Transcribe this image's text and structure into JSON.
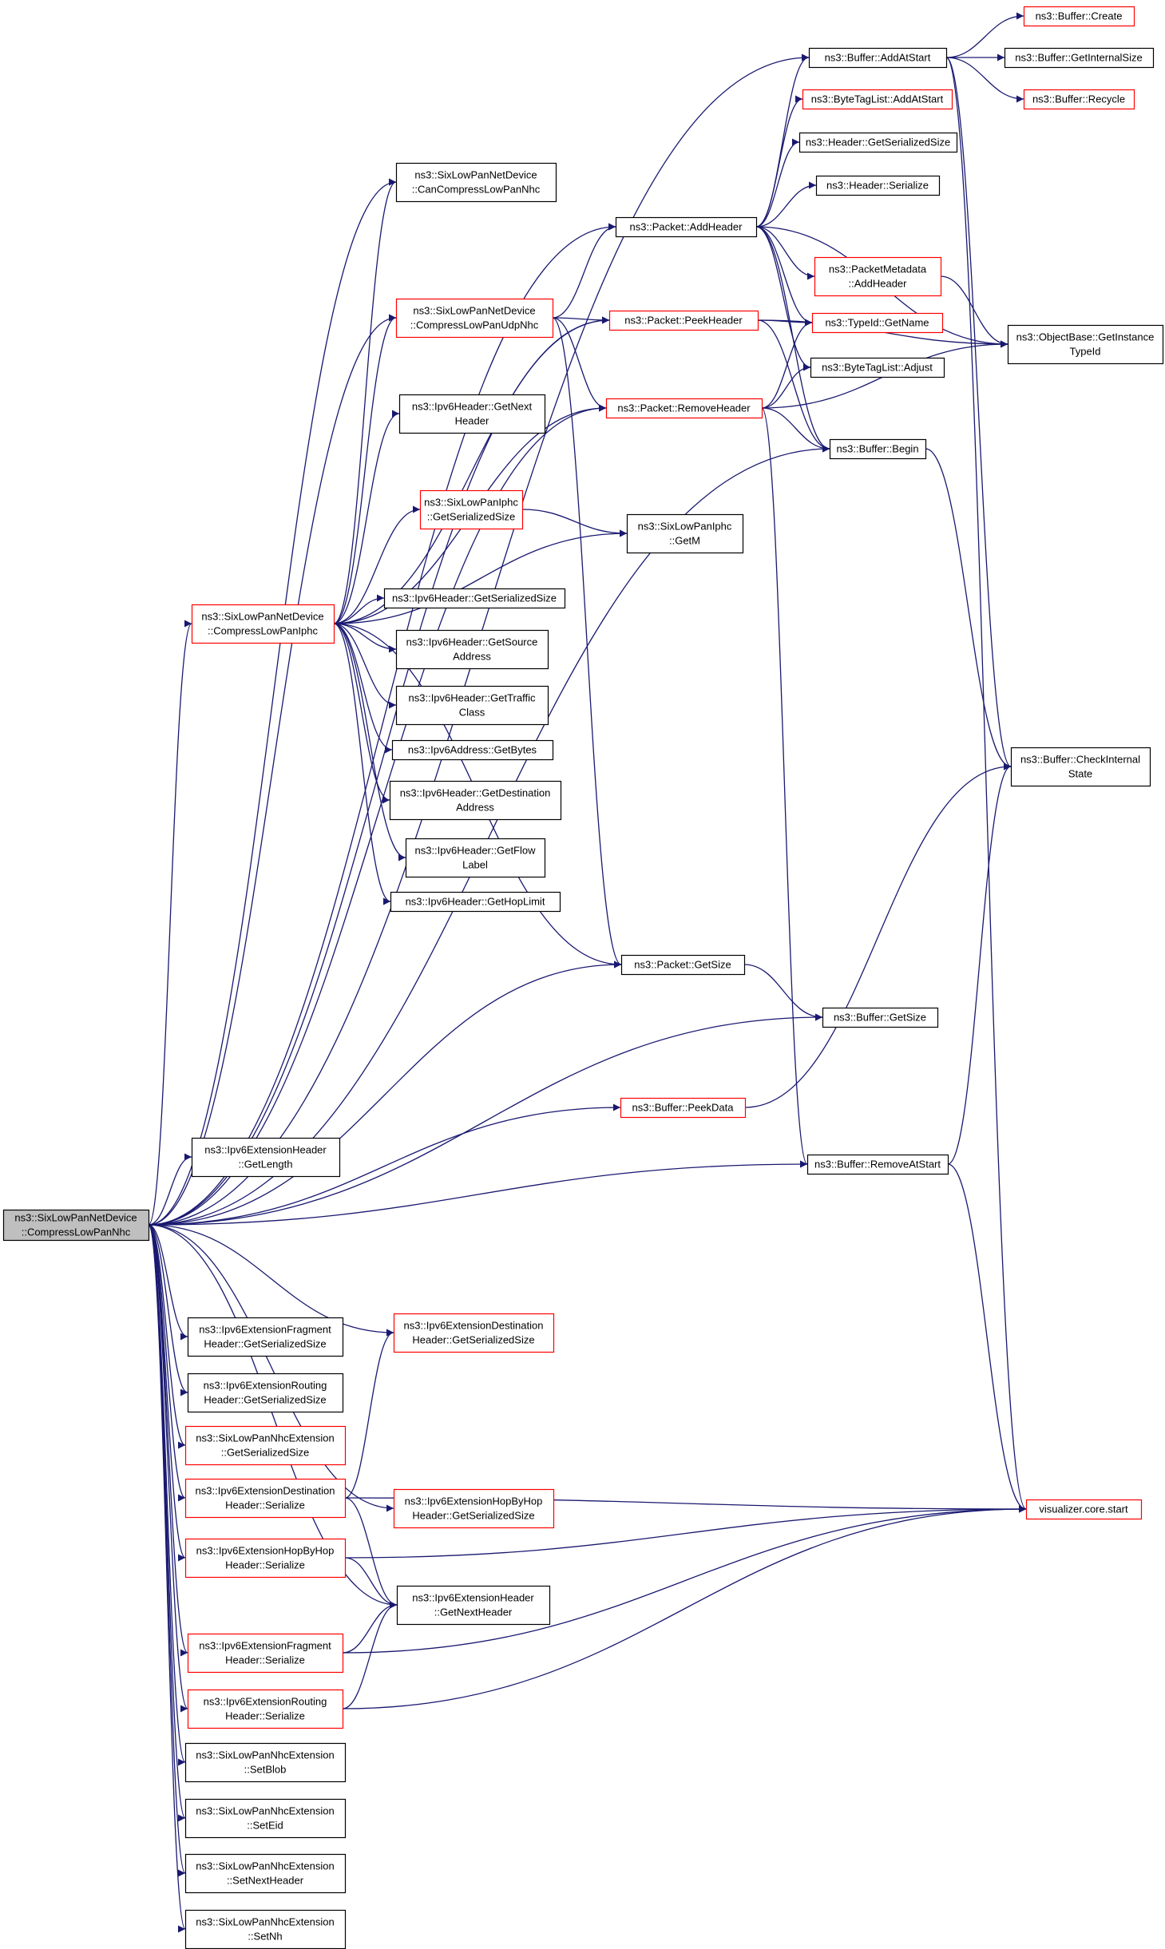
{
  "colors": {
    "edge": "#191970",
    "node_border_black": "#000000",
    "node_border_red": "#ff0000",
    "root_fill": "#bfbfbf",
    "node_fill": "#ffffff",
    "text": "#000000"
  },
  "nodes": [
    {
      "id": "root",
      "lines": [
        "ns3::SixLowPanNetDevice",
        "::CompressLowPanNhc"
      ],
      "style": "root"
    },
    {
      "id": "addAtStart",
      "lines": [
        "ns3::Buffer::AddAtStart"
      ],
      "style": "black"
    },
    {
      "id": "create",
      "lines": [
        "ns3::Buffer::Create"
      ],
      "style": "red"
    },
    {
      "id": "getInternalSize",
      "lines": [
        "ns3::Buffer::GetInternalSize"
      ],
      "style": "black"
    },
    {
      "id": "recycle",
      "lines": [
        "ns3::Buffer::Recycle"
      ],
      "style": "red"
    },
    {
      "id": "btlAddAtStart",
      "lines": [
        "ns3::ByteTagList::AddAtStart"
      ],
      "style": "red"
    },
    {
      "id": "hdrGetSerSize",
      "lines": [
        "ns3::Header::GetSerializedSize"
      ],
      "style": "black"
    },
    {
      "id": "hdrSerialize",
      "lines": [
        "ns3::Header::Serialize"
      ],
      "style": "black"
    },
    {
      "id": "canCompress",
      "lines": [
        "ns3::SixLowPanNetDevice",
        "::CanCompressLowPanNhc"
      ],
      "style": "black"
    },
    {
      "id": "addHeader",
      "lines": [
        "ns3::Packet::AddHeader"
      ],
      "style": "black"
    },
    {
      "id": "pmAddHeader",
      "lines": [
        "ns3::PacketMetadata",
        "::AddHeader"
      ],
      "style": "red"
    },
    {
      "id": "compressUdp",
      "lines": [
        "ns3::SixLowPanNetDevice",
        "::CompressLowPanUdpNhc"
      ],
      "style": "red"
    },
    {
      "id": "peekHeader",
      "lines": [
        "ns3::Packet::PeekHeader"
      ],
      "style": "red"
    },
    {
      "id": "getName",
      "lines": [
        "ns3::TypeId::GetName"
      ],
      "style": "red"
    },
    {
      "id": "getInstanceTypeId",
      "lines": [
        "ns3::ObjectBase::GetInstance",
        "TypeId"
      ],
      "style": "black"
    },
    {
      "id": "btlAdjust",
      "lines": [
        "ns3::ByteTagList::Adjust"
      ],
      "style": "black"
    },
    {
      "id": "removeHeader",
      "lines": [
        "ns3::Packet::RemoveHeader"
      ],
      "style": "red"
    },
    {
      "id": "ipv6GetNextHeader",
      "lines": [
        "ns3::Ipv6Header::GetNext",
        "Header"
      ],
      "style": "black"
    },
    {
      "id": "bufBegin",
      "lines": [
        "ns3::Buffer::Begin"
      ],
      "style": "black"
    },
    {
      "id": "iphcGetSerSize",
      "lines": [
        "ns3::SixLowPanIphc",
        "::GetSerializedSize"
      ],
      "style": "red"
    },
    {
      "id": "iphcGetM",
      "lines": [
        "ns3::SixLowPanIphc",
        "::GetM"
      ],
      "style": "black"
    },
    {
      "id": "compressIphc",
      "lines": [
        "ns3::SixLowPanNetDevice",
        "::CompressLowPanIphc"
      ],
      "style": "red"
    },
    {
      "id": "ipv6GetSerSize",
      "lines": [
        "ns3::Ipv6Header::GetSerializedSize"
      ],
      "style": "black"
    },
    {
      "id": "ipv6GetSrc",
      "lines": [
        "ns3::Ipv6Header::GetSource",
        "Address"
      ],
      "style": "black"
    },
    {
      "id": "checkInternal",
      "lines": [
        "ns3::Buffer::CheckInternal",
        "State"
      ],
      "style": "black"
    },
    {
      "id": "ipv6GetTraffic",
      "lines": [
        "ns3::Ipv6Header::GetTraffic",
        "Class"
      ],
      "style": "black"
    },
    {
      "id": "addrGetBytes",
      "lines": [
        "ns3::Ipv6Address::GetBytes"
      ],
      "style": "black"
    },
    {
      "id": "ipv6GetDest",
      "lines": [
        "ns3::Ipv6Header::GetDestination",
        "Address"
      ],
      "style": "black"
    },
    {
      "id": "ipv6GetFlow",
      "lines": [
        "ns3::Ipv6Header::GetFlow",
        "Label"
      ],
      "style": "black"
    },
    {
      "id": "ipv6GetHop",
      "lines": [
        "ns3::Ipv6Header::GetHopLimit"
      ],
      "style": "black"
    },
    {
      "id": "pktGetSize",
      "lines": [
        "ns3::Packet::GetSize"
      ],
      "style": "black"
    },
    {
      "id": "bufGetSize",
      "lines": [
        "ns3::Buffer::GetSize"
      ],
      "style": "black"
    },
    {
      "id": "peekData",
      "lines": [
        "ns3::Buffer::PeekData"
      ],
      "style": "red"
    },
    {
      "id": "extGetLength",
      "lines": [
        "ns3::Ipv6ExtensionHeader",
        "::GetLength"
      ],
      "style": "black"
    },
    {
      "id": "removeAtStart",
      "lines": [
        "ns3::Buffer::RemoveAtStart"
      ],
      "style": "black"
    },
    {
      "id": "fragGetSerSize",
      "lines": [
        "ns3::Ipv6ExtensionFragment",
        "Header::GetSerializedSize"
      ],
      "style": "black"
    },
    {
      "id": "destGetSerSize",
      "lines": [
        "ns3::Ipv6ExtensionDestination",
        "Header::GetSerializedSize"
      ],
      "style": "red"
    },
    {
      "id": "routGetSerSize",
      "lines": [
        "ns3::Ipv6ExtensionRouting",
        "Header::GetSerializedSize"
      ],
      "style": "black"
    },
    {
      "id": "nhcExtGetSerSize",
      "lines": [
        "ns3::SixLowPanNhcExtension",
        "::GetSerializedSize"
      ],
      "style": "red"
    },
    {
      "id": "destSerialize",
      "lines": [
        "ns3::Ipv6ExtensionDestination",
        "Header::Serialize"
      ],
      "style": "red"
    },
    {
      "id": "hbhGetSerSize",
      "lines": [
        "ns3::Ipv6ExtensionHopByHop",
        "Header::GetSerializedSize"
      ],
      "style": "red"
    },
    {
      "id": "vizStart",
      "lines": [
        "visualizer.core.start"
      ],
      "style": "red"
    },
    {
      "id": "hbhSerialize",
      "lines": [
        "ns3::Ipv6ExtensionHopByHop",
        "Header::Serialize"
      ],
      "style": "red"
    },
    {
      "id": "extGetNextHeader",
      "lines": [
        "ns3::Ipv6ExtensionHeader",
        "::GetNextHeader"
      ],
      "style": "black"
    },
    {
      "id": "fragSerialize",
      "lines": [
        "ns3::Ipv6ExtensionFragment",
        "Header::Serialize"
      ],
      "style": "red"
    },
    {
      "id": "routSerialize",
      "lines": [
        "ns3::Ipv6ExtensionRouting",
        "Header::Serialize"
      ],
      "style": "red"
    },
    {
      "id": "setBlob",
      "lines": [
        "ns3::SixLowPanNhcExtension",
        "::SetBlob"
      ],
      "style": "black"
    },
    {
      "id": "setEid",
      "lines": [
        "ns3::SixLowPanNhcExtension",
        "::SetEid"
      ],
      "style": "black"
    },
    {
      "id": "setNextHeader",
      "lines": [
        "ns3::SixLowPanNhcExtension",
        "::SetNextHeader"
      ],
      "style": "black"
    },
    {
      "id": "setNh",
      "lines": [
        "ns3::SixLowPanNhcExtension",
        "::SetNh"
      ],
      "style": "black"
    }
  ],
  "edges": [
    [
      "root",
      "addAtStart"
    ],
    [
      "root",
      "canCompress"
    ],
    [
      "root",
      "addHeader"
    ],
    [
      "root",
      "compressUdp"
    ],
    [
      "root",
      "peekHeader"
    ],
    [
      "root",
      "removeHeader"
    ],
    [
      "root",
      "compressIphc"
    ],
    [
      "root",
      "pktGetSize"
    ],
    [
      "root",
      "bufBegin"
    ],
    [
      "root",
      "bufGetSize"
    ],
    [
      "root",
      "peekData"
    ],
    [
      "root",
      "extGetLength"
    ],
    [
      "root",
      "removeAtStart"
    ],
    [
      "root",
      "destGetSerSize"
    ],
    [
      "root",
      "fragGetSerSize"
    ],
    [
      "root",
      "routGetSerSize"
    ],
    [
      "root",
      "nhcExtGetSerSize"
    ],
    [
      "root",
      "destSerialize"
    ],
    [
      "root",
      "hbhGetSerSize"
    ],
    [
      "root",
      "hbhSerialize"
    ],
    [
      "root",
      "extGetNextHeader"
    ],
    [
      "root",
      "fragSerialize"
    ],
    [
      "root",
      "routSerialize"
    ],
    [
      "root",
      "setBlob"
    ],
    [
      "root",
      "setEid"
    ],
    [
      "root",
      "setNextHeader"
    ],
    [
      "root",
      "setNh"
    ],
    [
      "addAtStart",
      "create"
    ],
    [
      "addAtStart",
      "getInternalSize"
    ],
    [
      "addAtStart",
      "recycle"
    ],
    [
      "addAtStart",
      "checkInternal"
    ],
    [
      "addAtStart",
      "vizStart"
    ],
    [
      "addHeader",
      "addAtStart"
    ],
    [
      "addHeader",
      "btlAddAtStart"
    ],
    [
      "addHeader",
      "hdrGetSerSize"
    ],
    [
      "addHeader",
      "hdrSerialize"
    ],
    [
      "addHeader",
      "pmAddHeader"
    ],
    [
      "addHeader",
      "getName"
    ],
    [
      "addHeader",
      "getInstanceTypeId"
    ],
    [
      "addHeader",
      "btlAdjust"
    ],
    [
      "addHeader",
      "bufBegin"
    ],
    [
      "pmAddHeader",
      "getInstanceTypeId"
    ],
    [
      "compressUdp",
      "addHeader"
    ],
    [
      "compressUdp",
      "peekHeader"
    ],
    [
      "compressUdp",
      "removeHeader"
    ],
    [
      "compressUdp",
      "pktGetSize"
    ],
    [
      "peekHeader",
      "getName"
    ],
    [
      "peekHeader",
      "getInstanceTypeId"
    ],
    [
      "peekHeader",
      "bufBegin"
    ],
    [
      "removeHeader",
      "getName"
    ],
    [
      "removeHeader",
      "getInstanceTypeId"
    ],
    [
      "removeHeader",
      "btlAdjust"
    ],
    [
      "removeHeader",
      "bufBegin"
    ],
    [
      "removeHeader",
      "removeAtStart"
    ],
    [
      "bufBegin",
      "checkInternal"
    ],
    [
      "compressIphc",
      "canCompress"
    ],
    [
      "compressIphc",
      "compressUdp"
    ],
    [
      "compressIphc",
      "peekHeader"
    ],
    [
      "compressIphc",
      "removeHeader"
    ],
    [
      "compressIphc",
      "ipv6GetNextHeader"
    ],
    [
      "compressIphc",
      "iphcGetSerSize"
    ],
    [
      "compressIphc",
      "iphcGetM"
    ],
    [
      "compressIphc",
      "ipv6GetSerSize"
    ],
    [
      "compressIphc",
      "ipv6GetSrc"
    ],
    [
      "compressIphc",
      "ipv6GetTraffic"
    ],
    [
      "compressIphc",
      "addrGetBytes"
    ],
    [
      "compressIphc",
      "ipv6GetDest"
    ],
    [
      "compressIphc",
      "ipv6GetFlow"
    ],
    [
      "compressIphc",
      "ipv6GetHop"
    ],
    [
      "compressIphc",
      "pktGetSize"
    ],
    [
      "iphcGetSerSize",
      "iphcGetM"
    ],
    [
      "pktGetSize",
      "bufGetSize"
    ],
    [
      "peekData",
      "checkInternal"
    ],
    [
      "removeAtStart",
      "checkInternal"
    ],
    [
      "removeAtStart",
      "vizStart"
    ],
    [
      "destSerialize",
      "destGetSerSize"
    ],
    [
      "destSerialize",
      "extGetNextHeader"
    ],
    [
      "destSerialize",
      "vizStart"
    ],
    [
      "hbhSerialize",
      "extGetNextHeader"
    ],
    [
      "hbhSerialize",
      "vizStart"
    ],
    [
      "fragSerialize",
      "extGetNextHeader"
    ],
    [
      "fragSerialize",
      "vizStart"
    ],
    [
      "routSerialize",
      "extGetNextHeader"
    ],
    [
      "routSerialize",
      "vizStart"
    ]
  ]
}
